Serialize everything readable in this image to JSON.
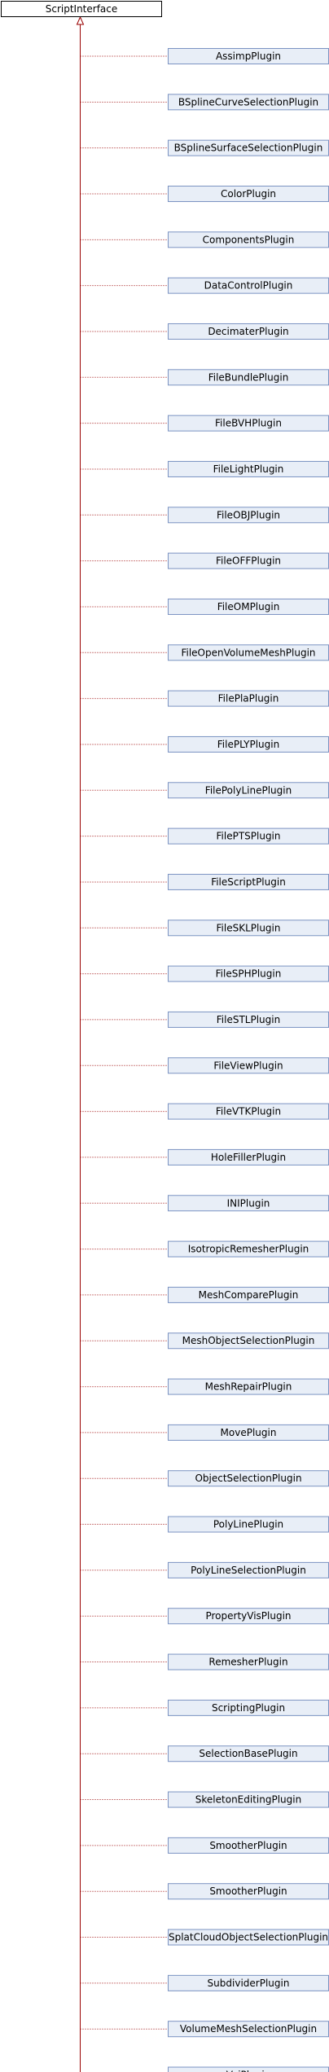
{
  "root": {
    "label": "ScriptInterface"
  },
  "children": [
    "AssimpPlugin",
    "BSplineCurveSelectionPlugin",
    "BSplineSurfaceSelectionPlugin",
    "ColorPlugin",
    "ComponentsPlugin",
    "DataControlPlugin",
    "DecimaterPlugin",
    "FileBundlePlugin",
    "FileBVHPlugin",
    "FileLightPlugin",
    "FileOBJPlugin",
    "FileOFFPlugin",
    "FileOMPlugin",
    "FileOpenVolumeMeshPlugin",
    "FilePlaPlugin",
    "FilePLYPlugin",
    "FilePolyLinePlugin",
    "FilePTSPlugin",
    "FileScriptPlugin",
    "FileSKLPlugin",
    "FileSPHPlugin",
    "FileSTLPlugin",
    "FileViewPlugin",
    "FileVTKPlugin",
    "HoleFillerPlugin",
    "INIPlugin",
    "IsotropicRemesherPlugin",
    "MeshComparePlugin",
    "MeshObjectSelectionPlugin",
    "MeshRepairPlugin",
    "MovePlugin",
    "ObjectSelectionPlugin",
    "PolyLinePlugin",
    "PolyLineSelectionPlugin",
    "PropertyVisPlugin",
    "RemesherPlugin",
    "ScriptingPlugin",
    "SelectionBasePlugin",
    "SkeletonEditingPlugin",
    "SmootherPlugin",
    "SmootherPlugin",
    "SplatCloudObjectSelectionPlugin",
    "SubdividerPlugin",
    "VolumeMeshSelectionPlugin",
    "VsiPlugin"
  ],
  "colors": {
    "node_fill": "#e8eef7",
    "node_border": "#7b93c2",
    "root_fill": "#ffffff",
    "root_border": "#000000",
    "edge": "#9a0000"
  }
}
